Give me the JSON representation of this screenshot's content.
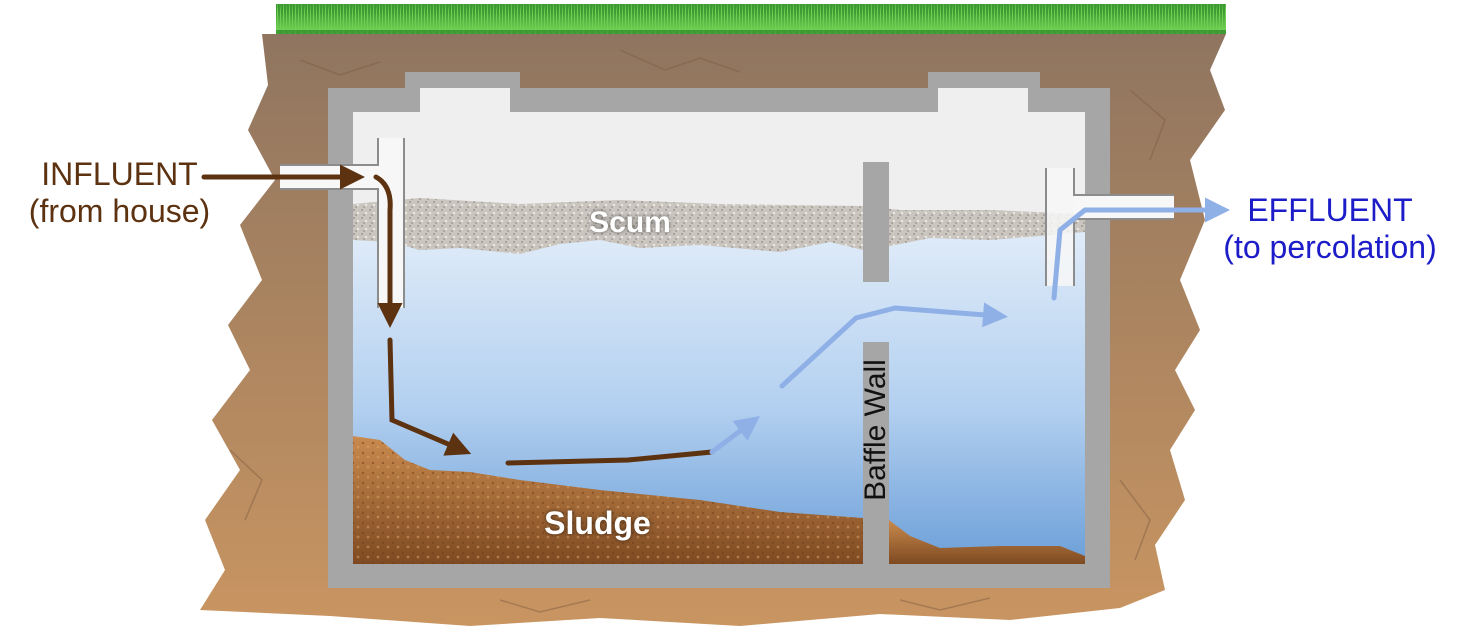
{
  "labels": {
    "influent_line1": "INFLUENT",
    "influent_line2": "(from house)",
    "effluent_line1": "EFFLUENT",
    "effluent_line2": "(to percolation)",
    "scum": "Scum",
    "sludge": "Sludge",
    "baffle_wall": "Baffle Wall"
  },
  "colors": {
    "influent_flow": "#5c3210",
    "effluent_flow": "#8fb0e6",
    "effluent_text": "#1c1cc8",
    "concrete": "#a6a6a6",
    "soil": "#b0835a",
    "grass": "#4caf3c",
    "water_top": "#dbe9f7",
    "water_bottom": "#6fa3dd",
    "sludge": "#9a5d2c",
    "scum": "#c8c3bd"
  }
}
